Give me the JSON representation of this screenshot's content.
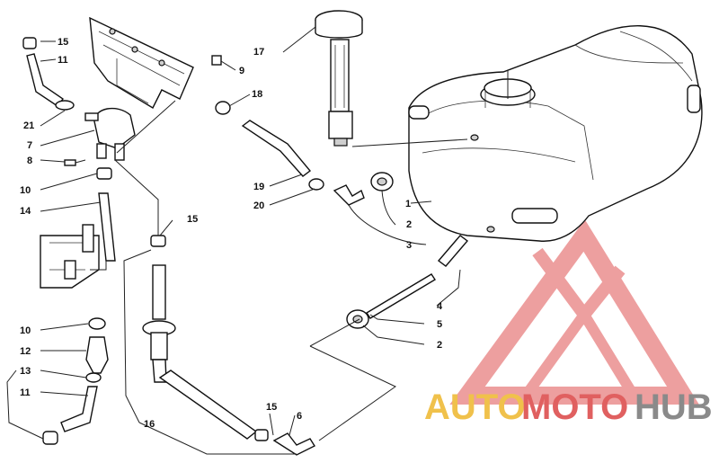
{
  "callouts": [
    {
      "id": "c15a",
      "text": "15"
    },
    {
      "id": "c11a",
      "text": "11"
    },
    {
      "id": "c21",
      "text": "21"
    },
    {
      "id": "c7",
      "text": "7"
    },
    {
      "id": "c8",
      "text": "8"
    },
    {
      "id": "c10a",
      "text": "10"
    },
    {
      "id": "c14",
      "text": "14"
    },
    {
      "id": "c10b",
      "text": "10"
    },
    {
      "id": "c12",
      "text": "12"
    },
    {
      "id": "c13",
      "text": "13"
    },
    {
      "id": "c11b",
      "text": "11"
    },
    {
      "id": "c16",
      "text": "16"
    },
    {
      "id": "c15b",
      "text": "15"
    },
    {
      "id": "c15c",
      "text": "15"
    },
    {
      "id": "c6",
      "text": "6"
    },
    {
      "id": "c9",
      "text": "9"
    },
    {
      "id": "c18",
      "text": "18"
    },
    {
      "id": "c17",
      "text": "17"
    },
    {
      "id": "c19",
      "text": "19"
    },
    {
      "id": "c20",
      "text": "20"
    },
    {
      "id": "c3",
      "text": "3"
    },
    {
      "id": "c2a",
      "text": "2"
    },
    {
      "id": "c1",
      "text": "1"
    },
    {
      "id": "c4",
      "text": "4"
    },
    {
      "id": "c5",
      "text": "5"
    },
    {
      "id": "c2b",
      "text": "2"
    }
  ],
  "watermark": {
    "auto": "AUTO",
    "moto": "MOTO",
    "hub": "HUB",
    "colors": {
      "auto": "#f0c14b",
      "moto": "#e06060",
      "hub": "#8a8a8a"
    }
  }
}
